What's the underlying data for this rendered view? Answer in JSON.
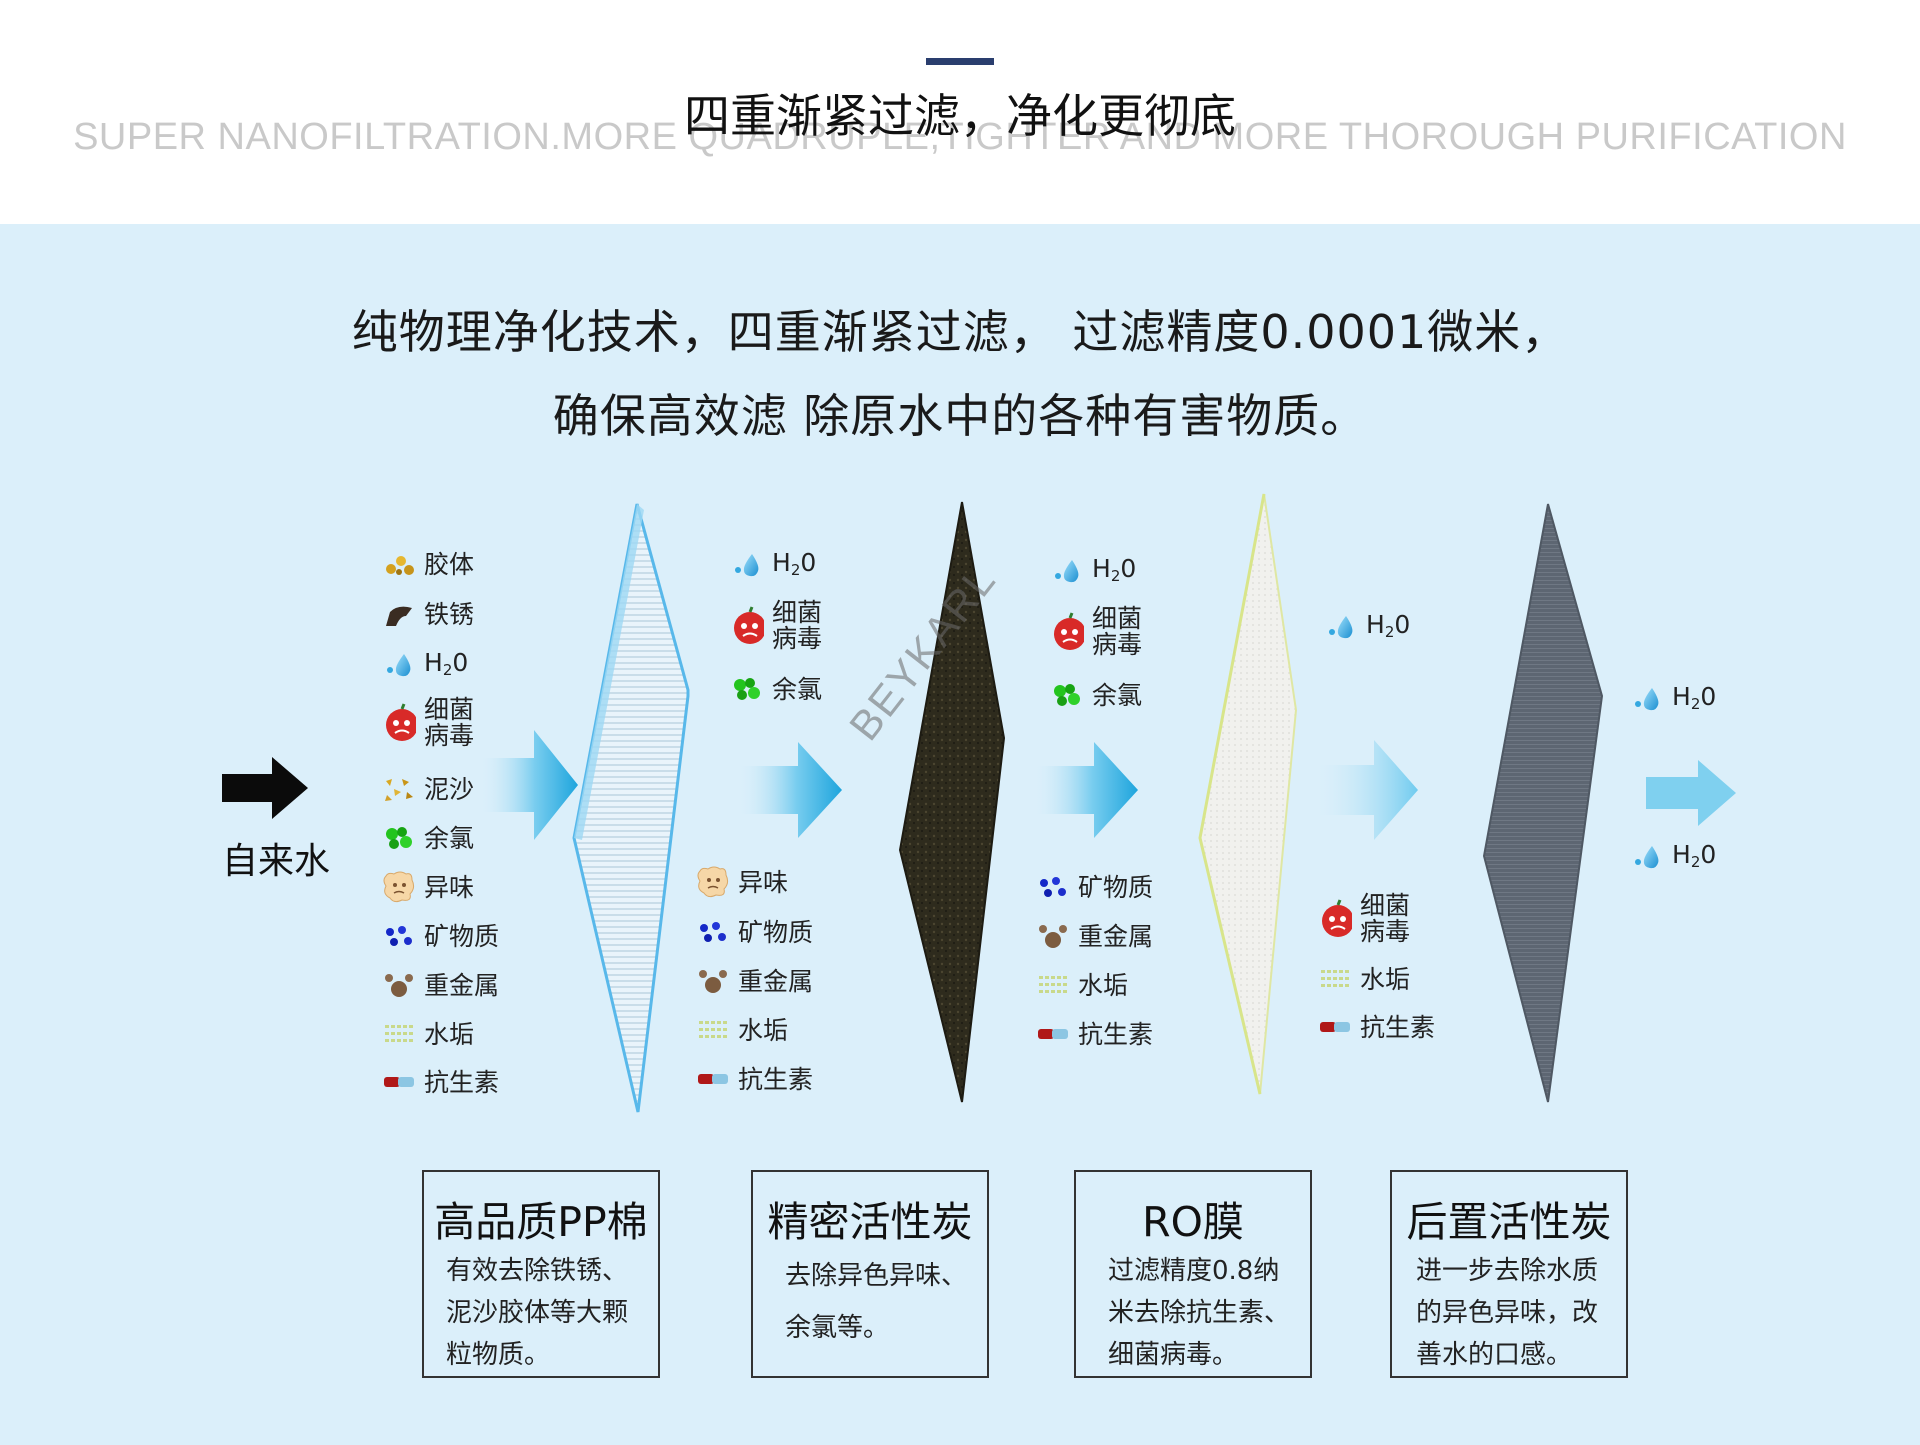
{
  "header": {
    "title": "四重渐紧过滤，净化更彻底",
    "subtitle_en": "SUPER NANOFILTRATION.MORE QUADRUPLE,TIGHTER AND MORE THOROUGH PURIFICATION"
  },
  "intro": {
    "line1": "纯物理净化技术，四重渐紧过滤， 过滤精度0.0001微米，",
    "line2": "确保高效滤 除原水中的各种有害物质。"
  },
  "source_label": "自来水",
  "watermark": "BEYKARL",
  "h2o": {
    "base": "H",
    "sub": "2",
    "tail": "0"
  },
  "stage0": {
    "items": {
      "colloid": "胶体",
      "rust": "铁锈",
      "bacteria_l1": "细菌",
      "bacteria_l2": "病毒",
      "sand": "泥沙",
      "chlorine": "余氯",
      "odor": "异味",
      "mineral": "矿物质",
      "metal": "重金属",
      "scale": "水垢",
      "antibiotic": "抗生素"
    }
  },
  "stage1": {
    "top": {
      "bacteria_l1": "细菌",
      "bacteria_l2": "病毒",
      "chlorine": "余氯"
    },
    "bottom": {
      "odor": "异味",
      "mineral": "矿物质",
      "metal": "重金属",
      "scale": "水垢",
      "antibiotic": "抗生素"
    }
  },
  "stage2": {
    "top": {
      "bacteria_l1": "细菌",
      "bacteria_l2": "病毒",
      "chlorine": "余氯"
    },
    "bottom": {
      "mineral": "矿物质",
      "metal": "重金属",
      "scale": "水垢",
      "antibiotic": "抗生素"
    }
  },
  "stage3": {
    "bottom": {
      "bacteria_l1": "细菌",
      "bacteria_l2": "病毒",
      "scale": "水垢",
      "antibiotic": "抗生素"
    }
  },
  "cards": [
    {
      "title": "高品质PP棉",
      "lines": [
        "有效去除铁锈、",
        "泥沙胶体等大颗",
        "粒物质。"
      ]
    },
    {
      "title": "精密活性炭",
      "lines": [
        "去除异色异味、",
        "余氯等。"
      ]
    },
    {
      "title": "RO膜",
      "lines": [
        "过滤精度0.8纳",
        "米去除抗生素、",
        "细菌病毒。"
      ]
    },
    {
      "title": "后置活性炭",
      "lines": [
        "进一步去除水质",
        "的异色异味，改",
        "善水的口感。"
      ]
    }
  ],
  "colors": {
    "accent": "#2a3e6e",
    "panel_bg": "#dbeffa",
    "arrow_blue": "#39b4e6",
    "carbon": "#2b2a1c",
    "ro_membrane": "#f2f2ef",
    "post_carbon": "#5b6470"
  }
}
